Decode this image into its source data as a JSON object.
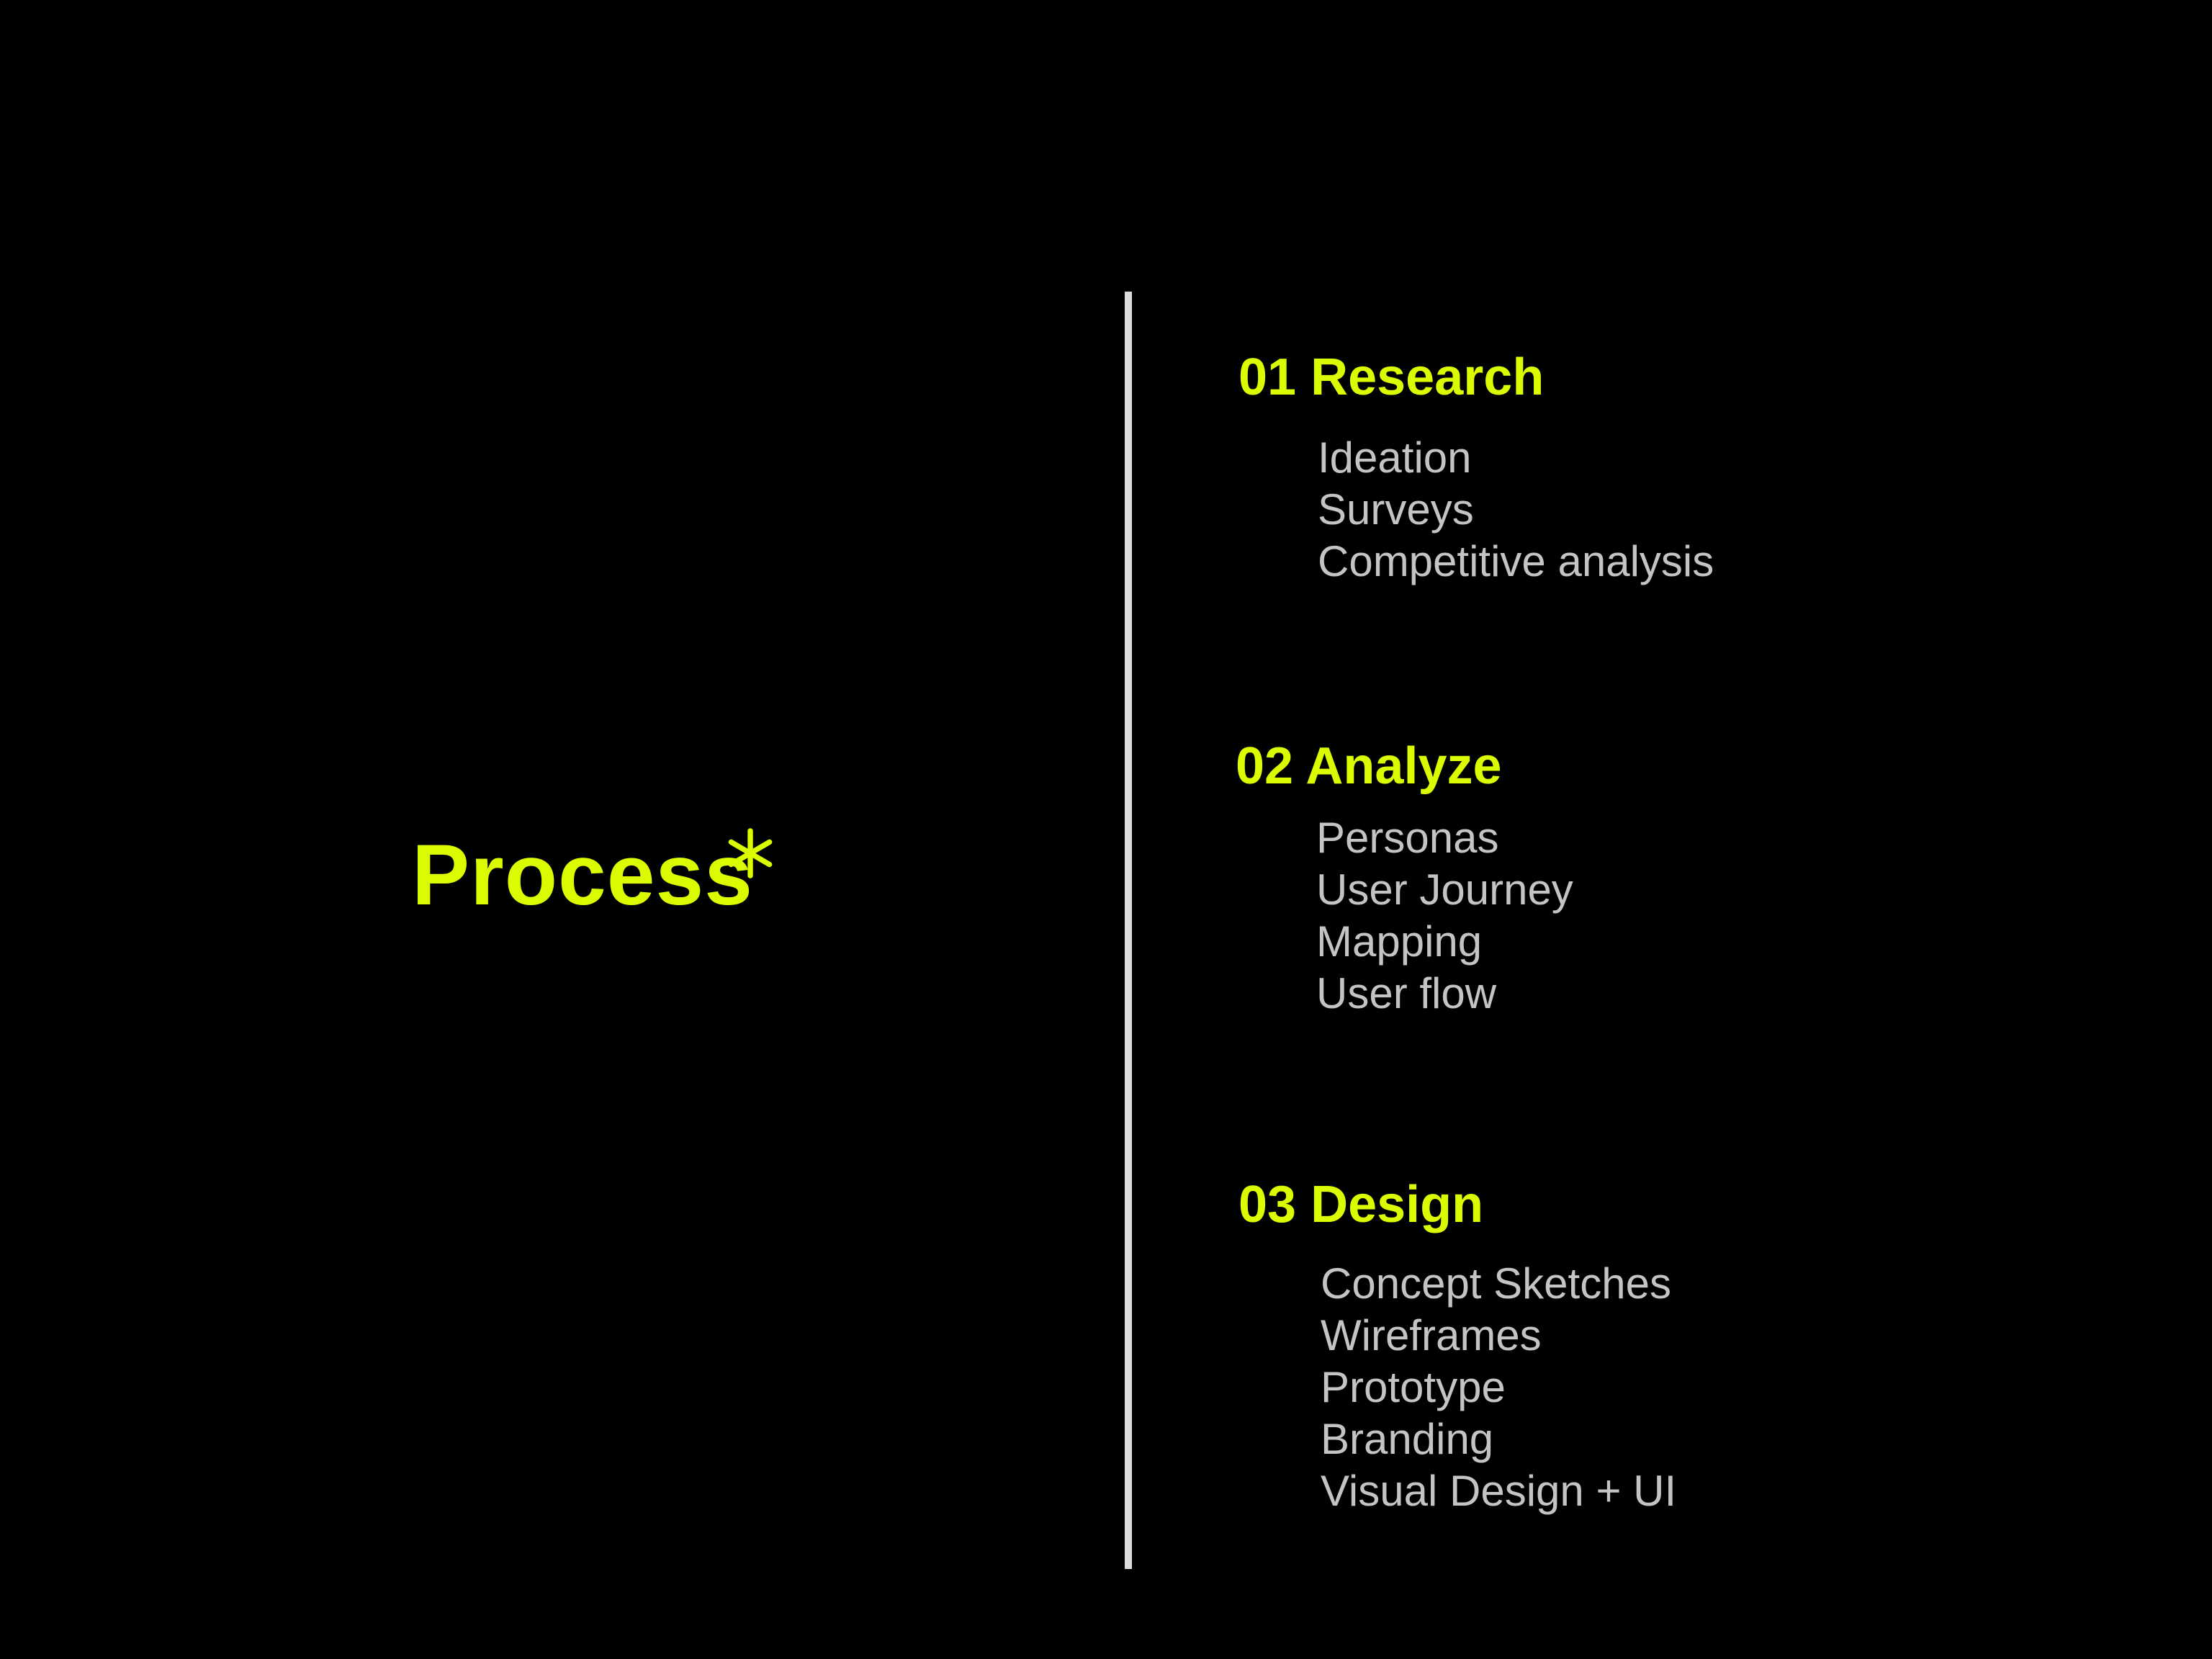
{
  "title": "Process",
  "accent_color": "#dbfb00",
  "divider_color": "#dcdcdc",
  "text_color": "#c4c4c4",
  "asterisk_icon": "asterisk-icon",
  "sections": [
    {
      "heading": "01 Research",
      "items": [
        "Ideation",
        "Surveys",
        "Competitive analysis"
      ]
    },
    {
      "heading": "02 Analyze",
      "items": [
        "Personas",
        "User Journey",
        "Mapping",
        "User flow"
      ]
    },
    {
      "heading": "03 Design",
      "items": [
        "Concept Sketches",
        "Wireframes",
        "Prototype",
        "Branding",
        "Visual Design + UI"
      ]
    }
  ]
}
